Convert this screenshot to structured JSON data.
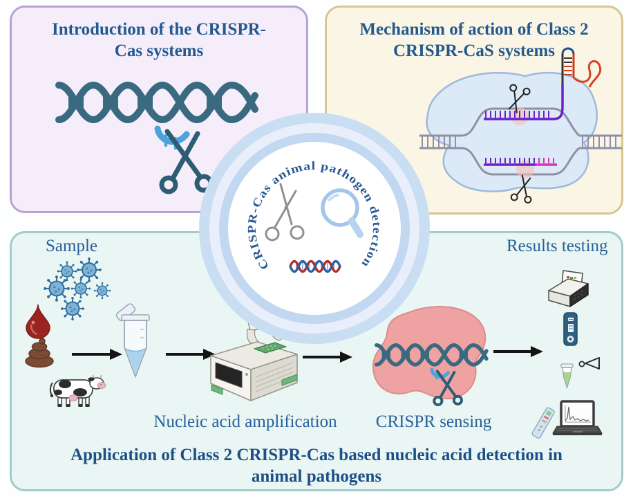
{
  "center_badge": {
    "title": "CRISPR-Cas animal pathogen detection"
  },
  "panels": {
    "intro": {
      "title_line1": "Introduction of the CRISPR-",
      "title_line2": "Cas systems"
    },
    "mechanism": {
      "title_line1": "Mechanism of action of Class 2",
      "title_line2": "CRISPR-CaS systems"
    },
    "application": {
      "sample_label": "Sample",
      "results_label": "Results testing",
      "amplification_label": "Nucleic acid amplification",
      "sensing_label": "CRISPR sensing",
      "title_line1": "Application of Class 2 CRISPR-Cas based nucleic acid detection in",
      "title_line2": "animal pathogens"
    }
  },
  "colors": {
    "title_blue": "#24598f",
    "intro_bg": "#f5eefa",
    "intro_border": "#b9a0d6",
    "mechanism_bg": "#faf5e4",
    "mechanism_border": "#d8c592",
    "application_bg": "#e9f6f4",
    "application_border": "#a3cbc9",
    "badge_ring_blue": "#c5daf2",
    "badge_ring_pale": "#e8effa",
    "dna_teal": "#3a6a80",
    "cut_fragment_blue": "#4da3dc",
    "cas_blob_pink": "#efa2a2",
    "cell_blob_blue": "#dce9f6",
    "guide_rna_purple": "#6a21c8",
    "tracr_red": "#cc3b20",
    "reporter_magenta": "#d633b8",
    "virus_blue": "#7fb2d4",
    "blood_red": "#9b2420",
    "arrow_black": "#141414"
  }
}
